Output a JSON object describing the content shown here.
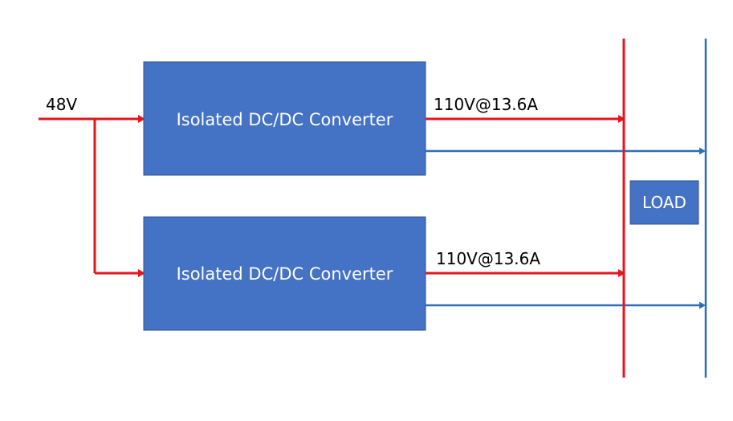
{
  "input": {
    "label": "48V"
  },
  "converters": [
    {
      "label": "Isolated DC/DC Converter",
      "output_label": "110V@13.6A"
    },
    {
      "label": "Isolated DC/DC Converter",
      "output_label": "110V@13.6A"
    }
  ],
  "load": {
    "label": "LOAD"
  },
  "colors": {
    "positive_rail": "#e3161e",
    "return_rail": "#2e6db4",
    "block_fill": "#4472c4",
    "block_text": "#ffffff"
  }
}
